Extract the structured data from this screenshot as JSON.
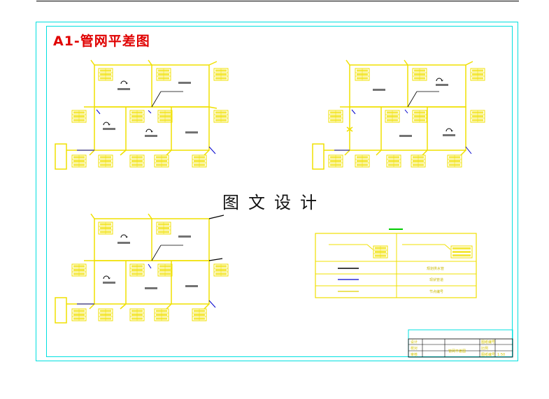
{
  "title": "A1-管网平差图",
  "watermark": "图文设计",
  "legend": {
    "items": [
      {
        "label": "规划供水管",
        "color": "#000000"
      },
      {
        "label": "现状管道",
        "color": "#0000cc"
      },
      {
        "label": "节点编号",
        "color": "#e0d000"
      }
    ]
  },
  "title_block": {
    "drawing_name": "管网平差图",
    "labels": [
      "设计",
      "校对",
      "审核"
    ],
    "right_labels": [
      "图纸编号",
      "比例",
      "图纸编号"
    ],
    "number": "1:50"
  },
  "colors": {
    "pipe": "#f0e000",
    "frame": "#00e0e0",
    "title": "#e00000",
    "accent": "#00cc00"
  }
}
